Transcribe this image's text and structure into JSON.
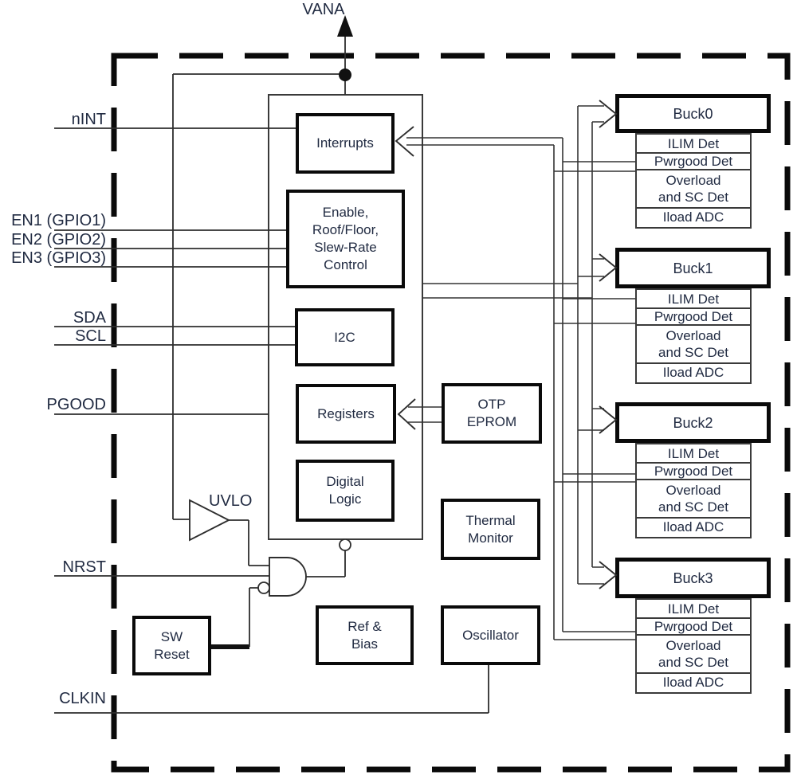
{
  "pins": {
    "vana": "VANA",
    "left": [
      "nINT",
      "EN1 (GPIO1)",
      "EN2 (GPIO2)",
      "EN3 (GPIO3)",
      "SDA",
      "SCL",
      "PGOOD",
      "NRST",
      "CLKIN"
    ]
  },
  "blocks": {
    "interrupts": "Interrupts",
    "enable": [
      "Enable,",
      "Roof/Floor,",
      "Slew-Rate",
      "Control"
    ],
    "i2c": "I2C",
    "registers": "Registers",
    "digital_logic": [
      "Digital",
      "Logic"
    ],
    "otp_eprom": [
      "OTP",
      "EPROM"
    ],
    "thermal_monitor": [
      "Thermal",
      "Monitor"
    ],
    "ref_bias": [
      "Ref &",
      "Bias"
    ],
    "oscillator": "Oscillator",
    "sw_reset": [
      "SW",
      "Reset"
    ]
  },
  "annotations": {
    "uvlo": "UVLO"
  },
  "bucks": [
    {
      "name": "Buck0",
      "rows": [
        [
          "ILIM Det"
        ],
        [
          "Pwrgood Det"
        ],
        [
          "Overload",
          "and SC Det"
        ],
        [
          "Iload ADC"
        ]
      ]
    },
    {
      "name": "Buck1",
      "rows": [
        [
          "ILIM Det"
        ],
        [
          "Pwrgood Det"
        ],
        [
          "Overload",
          "and SC Det"
        ],
        [
          "Iload ADC"
        ]
      ]
    },
    {
      "name": "Buck2",
      "rows": [
        [
          "ILIM Det"
        ],
        [
          "Pwrgood Det"
        ],
        [
          "Overload",
          "and SC Det"
        ],
        [
          "Iload ADC"
        ]
      ]
    },
    {
      "name": "Buck3",
      "rows": [
        [
          "ILIM Det"
        ],
        [
          "Pwrgood Det"
        ],
        [
          "Overload",
          "and SC Det"
        ],
        [
          "Iload ADC"
        ]
      ]
    }
  ],
  "colors": {
    "text": "#212b42",
    "wire": "#2e2e2e",
    "block_border": "#0a0a0a",
    "chip_boundary": "#0a0a0a",
    "background": "#ffffff"
  }
}
